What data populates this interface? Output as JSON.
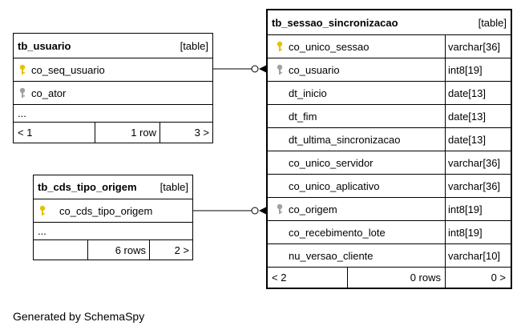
{
  "tables": {
    "tb_usuario": {
      "name": "tb_usuario",
      "kind": "[table]",
      "columns": [
        {
          "name": "co_seq_usuario",
          "key": "primary"
        },
        {
          "name": "co_ator",
          "key": "foreign"
        }
      ],
      "ellipsis": "...",
      "footer": {
        "left": "< 1",
        "mid": "1 row",
        "right": "3 >"
      }
    },
    "tb_cds_tipo_origem": {
      "name": "tb_cds_tipo_origem",
      "kind": "[table]",
      "columns": [
        {
          "name": "co_cds_tipo_origem",
          "key": "primary"
        }
      ],
      "ellipsis": "...",
      "footer": {
        "left": "",
        "mid": "6 rows",
        "right": "2 >"
      }
    },
    "tb_sessao_sincronizacao": {
      "name": "tb_sessao_sincronizacao",
      "kind": "[table]",
      "columns": [
        {
          "name": "co_unico_sessao",
          "type": "varchar[36]",
          "key": "primary"
        },
        {
          "name": "co_usuario",
          "type": "int8[19]",
          "key": "foreign"
        },
        {
          "name": "dt_inicio",
          "type": "date[13]"
        },
        {
          "name": "dt_fim",
          "type": "date[13]"
        },
        {
          "name": "dt_ultima_sincronizacao",
          "type": "date[13]"
        },
        {
          "name": "co_unico_servidor",
          "type": "varchar[36]"
        },
        {
          "name": "co_unico_aplicativo",
          "type": "varchar[36]"
        },
        {
          "name": "co_origem",
          "type": "int8[19]",
          "key": "foreign"
        },
        {
          "name": "co_recebimento_lote",
          "type": "int8[19]"
        },
        {
          "name": "nu_versao_cliente",
          "type": "varchar[10]"
        }
      ],
      "footer": {
        "left": "< 2",
        "mid": "0 rows",
        "right": "0 >"
      }
    }
  },
  "colors": {
    "primary_key": "#e6c200",
    "foreign_key": "#a0a0a0"
  },
  "caption": "Generated by SchemaSpy"
}
